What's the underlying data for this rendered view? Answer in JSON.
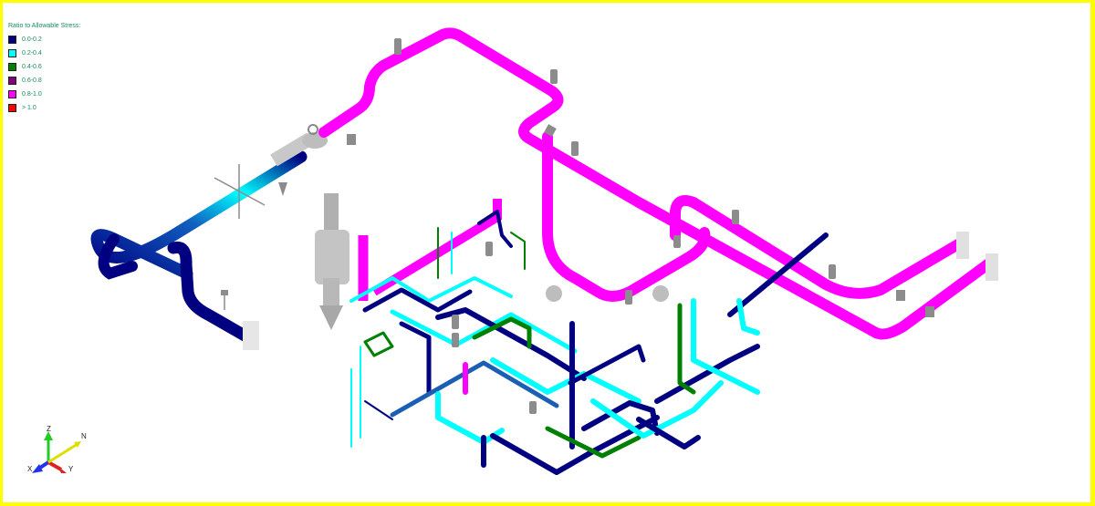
{
  "legend": {
    "title": "Ratio to Allowable Stress:",
    "items": [
      {
        "label": "0.0-0.2",
        "color": "#000080"
      },
      {
        "label": "0.2-0.4",
        "color": "#00ffff"
      },
      {
        "label": "0.4-0.6",
        "color": "#008000"
      },
      {
        "label": "0.6-0.8",
        "color": "#800080"
      },
      {
        "label": "0.8-1.0",
        "color": "#ff00ff"
      },
      {
        "label": "> 1.0",
        "color": "#ff0000"
      }
    ]
  },
  "axes": {
    "z": "Z",
    "x": "X",
    "y": "Y",
    "n": "N",
    "z_color": "#22cc22",
    "x_color": "#2233ee",
    "y_color": "#dd2222",
    "n_color": "#dddd00"
  },
  "colors": {
    "frame": "#ffff00",
    "background": "#ffffff",
    "equipment": "#a8a8a8",
    "support": "#8a8a8a"
  }
}
